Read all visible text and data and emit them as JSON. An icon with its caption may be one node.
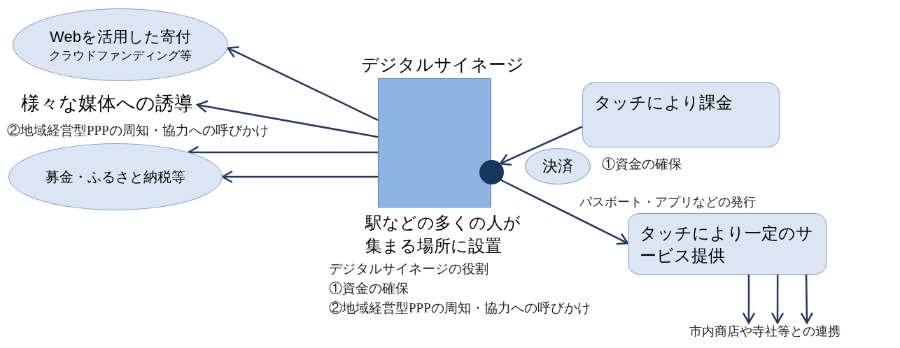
{
  "diagram": {
    "nodes": [
      {
        "text": [
          "デジタルサイネージ",
          "駅などの多くの人が集まる場所に設置"
        ]
      },
      {
        "text": [
          "Webを活用した寄付",
          "クラウドファンディング等"
        ]
      },
      {
        "text": [
          "様々な媒体への誘導"
        ]
      },
      {
        "text": [
          "募金・ふるさと納税等"
        ]
      },
      {
        "text": [],
        "shape": "circle",
        "in": 0
      },
      {
        "text": [
          "タッチにより課金"
        ]
      },
      {
        "text": [
          "決済"
        ]
      },
      {
        "text": [
          "タッチにより一定のサービス提供"
        ]
      },
      {
        "text": [
          "市内商店や寺社等との連携"
        ]
      }
    ],
    "edges": [
      {
        "from": 0,
        "to": 1,
        "arrow": "to"
      },
      {
        "from": 0,
        "to": 2,
        "arrow": "to"
      },
      {
        "from": 0,
        "to": 3,
        "arrow": "to"
      },
      {
        "from": 0,
        "to": 3,
        "arrow": "to"
      },
      {
        "from": 5,
        "to": 4,
        "arrow": "to"
      },
      {
        "from": 4,
        "to": 7,
        "arrow": "to",
        "label": "パスポート・アプリなどの発行"
      },
      {
        "from": 7,
        "to": 8,
        "arrow": "to"
      },
      {
        "from": 7,
        "to": 8,
        "arrow": "to"
      },
      {
        "from": 7,
        "to": 8,
        "arrow": "to"
      }
    ],
    "labels": [
      "②地域経営型PPPの周知・協力への呼びかけ",
      "①資金の確保",
      "デジタルサイネージの役割",
      "①資金の確保",
      "②地域経営型PPPの周知・協力への呼びかけ"
    ]
  }
}
